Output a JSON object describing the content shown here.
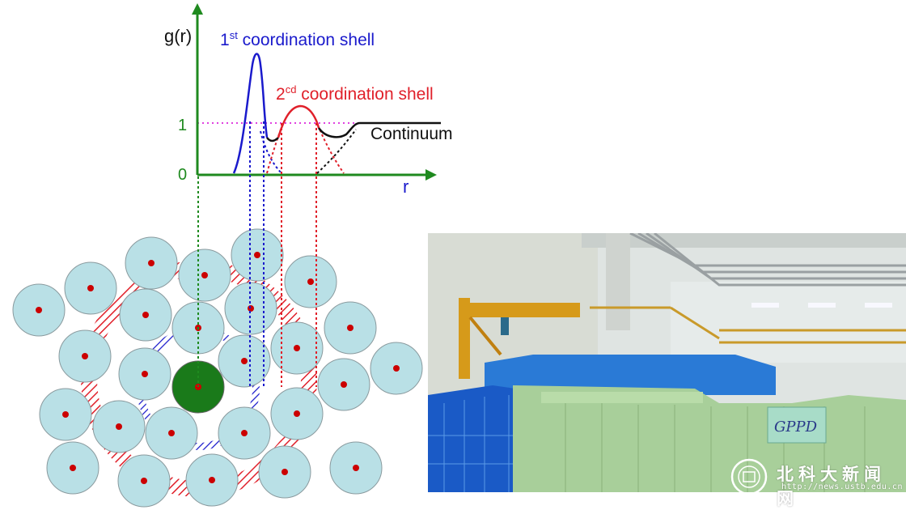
{
  "graph": {
    "y_axis_label": "g(r)",
    "x_axis_label": "r",
    "tick_one": "1",
    "tick_zero": "0",
    "first_shell": {
      "number": "1",
      "superscript": "st",
      "text": " coordination shell"
    },
    "second_shell": {
      "number": "2",
      "superscript": "cd",
      "text": " coordination shell"
    },
    "continuum_label": "Continuum"
  },
  "colors": {
    "axis": "#1f8a1f",
    "first_shell": "#1a1acc",
    "second_shell": "#e0202a",
    "reference_line": "#e040e0",
    "atom_fill": "#b9e0e6",
    "atom_center": "#cc0000",
    "central_atom": "#1a7a1a"
  },
  "photo": {
    "equipment_logo": "GPPD",
    "watermark_name": "北科大新闻网",
    "watermark_url": "http://news.ustb.edu.cn"
  }
}
